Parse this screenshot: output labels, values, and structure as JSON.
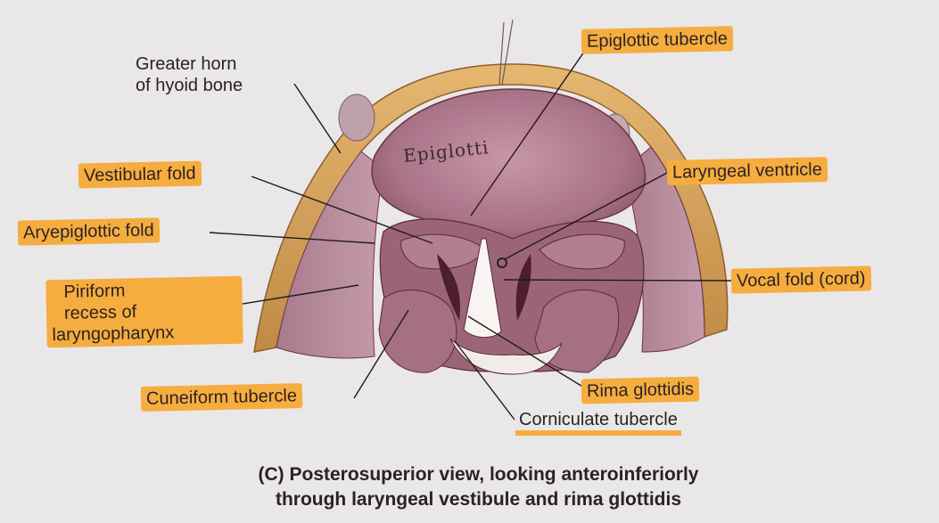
{
  "labels": {
    "greater_horn_line1": "Greater horn",
    "greater_horn_line2": "of hyoid bone",
    "epiglottic_tubercle": "Epiglottic tubercle",
    "vestibular_fold": "Vestibular fold",
    "laryngeal_ventricle": "Laryngeal ventricle",
    "aryepiglottic_fold": "Aryepiglottic fold",
    "vocal_fold": "Vocal fold (cord)",
    "piriform_line1": "Piriform",
    "piriform_line2": "recess of",
    "piriform_line3": "laryngopharynx",
    "cuneiform_tubercle": "Cuneiform tubercle",
    "rima_glottidis": "Rima glottidis",
    "corniculate_tubercle": "Corniculate tubercle",
    "epiglottis_handwritten": "Epiglotti"
  },
  "caption": {
    "line1": "(C) Posterosuperior view, looking anteroinferiorly",
    "line2": "through laryngeal vestibule and rima glottidis"
  },
  "colors": {
    "background": "#eae7e8",
    "highlight": "#f6ad3f",
    "cartilage": "#d9a85c",
    "tissue": "#b07f93",
    "tissue_dark": "#6b3448"
  }
}
